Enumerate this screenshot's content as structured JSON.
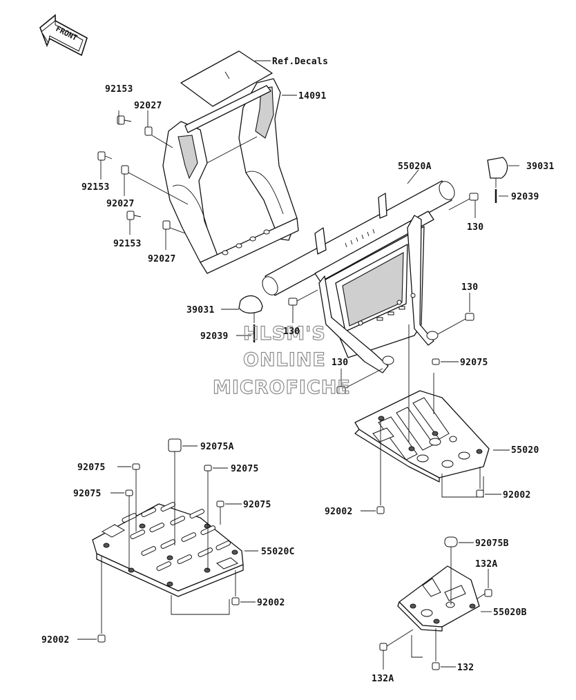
{
  "front_arrow": {
    "text": "FRONT"
  },
  "watermark": {
    "line1": "HLSM'S",
    "line2": "ONLINE",
    "line3": "MICROFICHE"
  },
  "labels": {
    "ref_decals": "Ref.Decals",
    "p14091": "14091",
    "p92153_a": "92153",
    "p92027_a": "92027",
    "p92153_b": "92153",
    "p92027_b": "92027",
    "p92153_c": "92153",
    "p92027_c": "92027",
    "p55020A": "55020A",
    "p39031_r": "39031",
    "p92039_r": "92039",
    "p130_a": "130",
    "p130_b": "130",
    "p39031_l": "39031",
    "p92039_l": "92039",
    "p130_c": "130",
    "p130_d": "130",
    "p92075_r": "92075",
    "p55020": "55020",
    "p92002_r1": "92002",
    "p92002_r2": "92002",
    "p92075A": "92075A",
    "p92075_l1": "92075",
    "p92075_l2": "92075",
    "p92075_l3": "92075",
    "p92075_l4": "92075",
    "p55020C": "55020C",
    "p92002_l1": "92002",
    "p92002_l2": "92002",
    "p92075B": "92075B",
    "p132A_a": "132A",
    "p55020B": "55020B",
    "p132A_b": "132A",
    "p132": "132"
  }
}
